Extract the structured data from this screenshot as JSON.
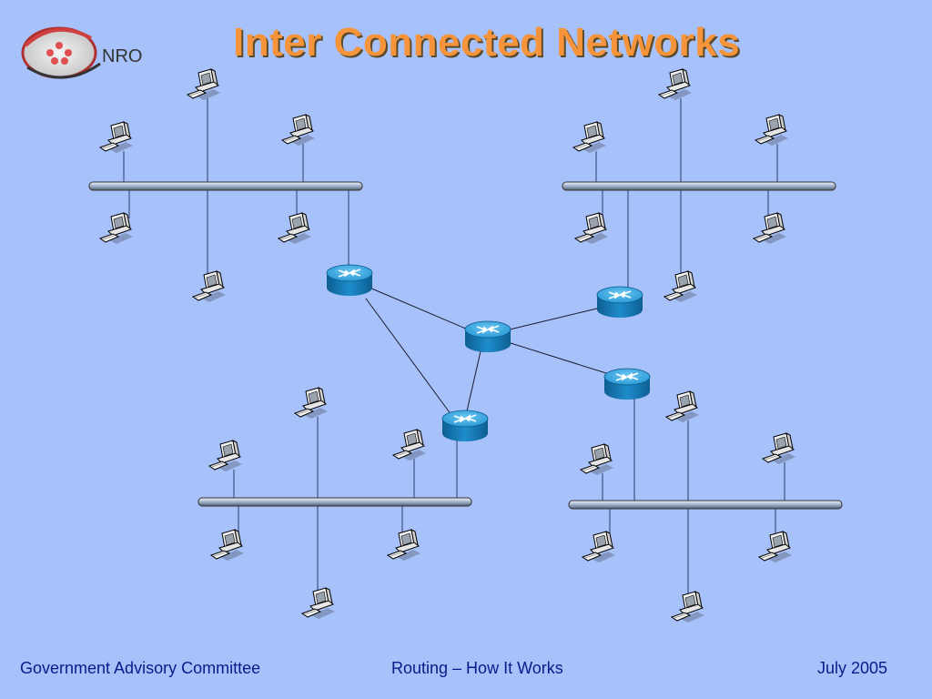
{
  "slide": {
    "title": "Inter Connected Networks",
    "logo_text": "NRO"
  },
  "footer": {
    "left": "Government Advisory Committee",
    "center": "Routing – How It Works",
    "right": "July 2005"
  },
  "colors": {
    "background": "#a7c2fa",
    "title": "#f5943a",
    "footer_text": "#0a1a8a",
    "router": "#1b8fd0"
  },
  "icons": {
    "computer": "desktop-computer-icon",
    "router": "router-icon",
    "logo": "nro-logo"
  },
  "diagram": {
    "network_count": 4,
    "router_count": 5
  }
}
